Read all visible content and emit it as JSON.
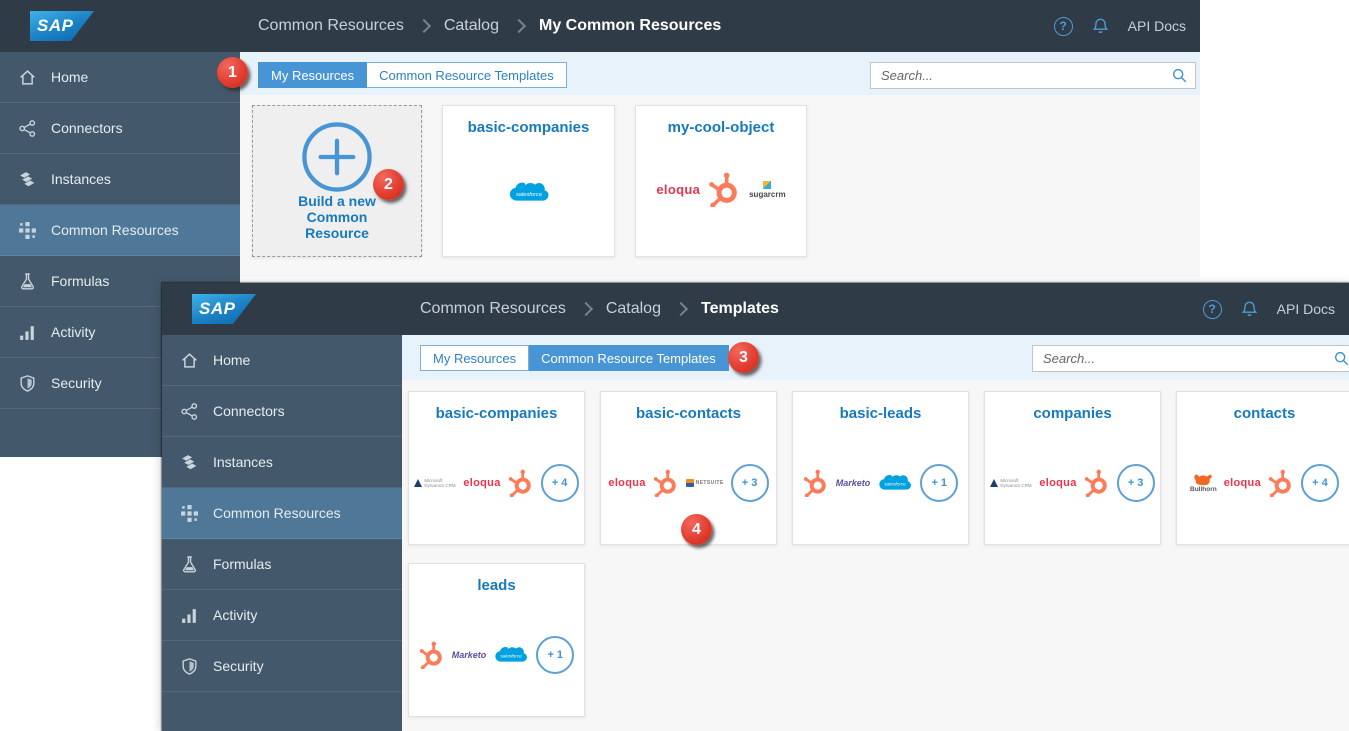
{
  "brand": {
    "sap": "SAP"
  },
  "colors": {
    "header_bg": "#2F3C48",
    "sidebar_bg": "#43596B",
    "sidebar_selected_bg": "#4F7898",
    "tabbar_bg": "#E8F2FA",
    "accent_blue": "#4795D5",
    "link_blue": "#1779BE",
    "annotation_red": "#E03A2C",
    "hubspot_orange": "#FF7A59",
    "salesforce_blue": "#00A1E0",
    "eloqua_red": "#E8354F",
    "content_bg": "#F7F7F8"
  },
  "top_nav": {
    "help_icon": "?",
    "api_docs": "API Docs"
  },
  "breadcrumbs": {
    "shot1": {
      "level1": "Common Resources",
      "level2": "Catalog",
      "current": "My Common Resources"
    },
    "shot2": {
      "level1": "Common Resources",
      "level2": "Catalog",
      "current": "Templates"
    }
  },
  "tabs": {
    "my_resources": "My Resources",
    "common_resource_templates": "Common Resource Templates"
  },
  "search": {
    "placeholder": "Search..."
  },
  "sidebar": {
    "items": [
      {
        "label": "Home",
        "icon": "home-icon"
      },
      {
        "label": "Connectors",
        "icon": "connectors-icon"
      },
      {
        "label": "Instances",
        "icon": "instances-icon"
      },
      {
        "label": "Common Resources",
        "icon": "common-resources-icon",
        "selected": true
      },
      {
        "label": "Formulas",
        "icon": "formulas-icon"
      },
      {
        "label": "Activity",
        "icon": "activity-icon"
      },
      {
        "label": "Security",
        "icon": "security-icon"
      }
    ]
  },
  "shot1": {
    "build_card": {
      "line1": "Build a new",
      "line2": "Common",
      "line3": "Resource"
    },
    "cards": [
      {
        "title": "basic-companies",
        "logos": [
          "salesforce"
        ]
      },
      {
        "title": "my-cool-object",
        "logos": [
          "eloqua",
          "hubspot",
          "sugarcrm"
        ]
      }
    ]
  },
  "shot2": {
    "cards": [
      {
        "title": "basic-companies",
        "logos": [
          "dynamics",
          "eloqua",
          "hubspot"
        ],
        "badge": "+ 4"
      },
      {
        "title": "basic-contacts",
        "logos": [
          "eloqua",
          "hubspot",
          "netsuite"
        ],
        "badge": "+ 3"
      },
      {
        "title": "basic-leads",
        "logos": [
          "hubspot",
          "marketo",
          "salesforce"
        ],
        "badge": "+ 1"
      },
      {
        "title": "companies",
        "logos": [
          "dynamics",
          "eloqua",
          "hubspot"
        ],
        "badge": "+ 3"
      },
      {
        "title": "contacts",
        "logos": [
          "bullhorn",
          "eloqua",
          "hubspot"
        ],
        "badge": "+ 4"
      },
      {
        "title": "leads",
        "logos": [
          "hubspot",
          "marketo",
          "salesforce"
        ],
        "badge": "+ 1"
      }
    ]
  },
  "logo_labels": {
    "salesforce": "salesforce",
    "eloqua": "eloqua",
    "sugarcrm": "sugarcrm",
    "marketo": "Marketo",
    "netsuite": "NETSUITE",
    "dynamics": "Microsoft Dynamics CRM",
    "bullhorn": "Bullhorn"
  },
  "annotations": {
    "step1": "1",
    "step2": "2",
    "step3": "3",
    "step4": "4"
  }
}
